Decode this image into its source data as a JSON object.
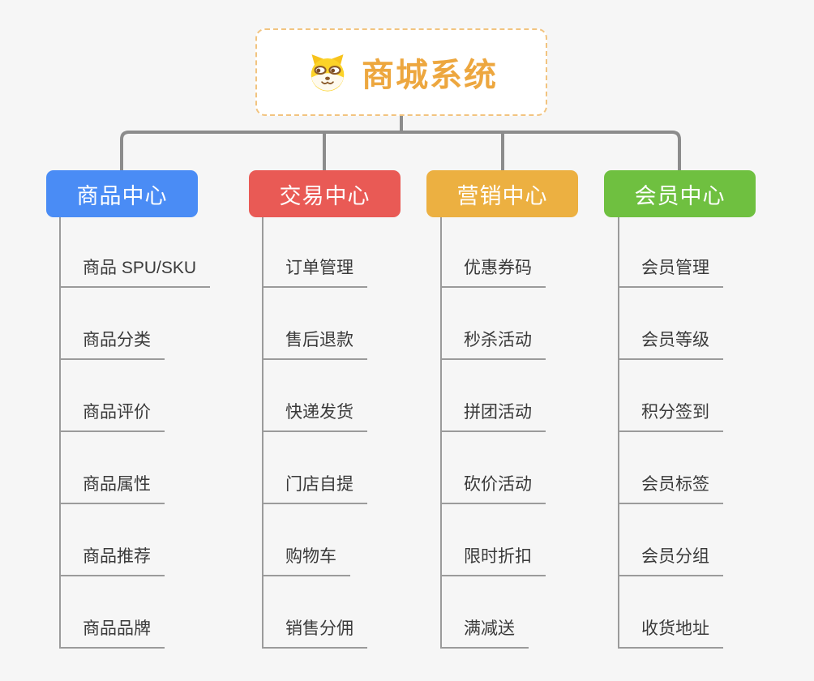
{
  "page": {
    "background_color": "#f6f6f6",
    "connector_color": "#8c8c8c",
    "child_line_color": "#9b9b9b"
  },
  "root": {
    "title": "商城系统",
    "icon": "dog-mascot-icon",
    "text_color": "#eda73f",
    "border_color": "#f2c480"
  },
  "branches": [
    {
      "label": "商品中心",
      "color": "#4a8cf5",
      "children": [
        "商品 SPU/SKU",
        "商品分类",
        "商品评价",
        "商品属性",
        "商品推荐",
        "商品品牌"
      ]
    },
    {
      "label": "交易中心",
      "color": "#e95a55",
      "children": [
        "订单管理",
        "售后退款",
        "快递发货",
        "门店自提",
        "购物车",
        "销售分佣"
      ]
    },
    {
      "label": "营销中心",
      "color": "#ecb041",
      "children": [
        "优惠券码",
        "秒杀活动",
        "拼团活动",
        "砍价活动",
        "限时折扣",
        "满减送"
      ]
    },
    {
      "label": "会员中心",
      "color": "#6fc040",
      "children": [
        "会员管理",
        "会员等级",
        "积分签到",
        "会员标签",
        "会员分组",
        "收货地址"
      ]
    }
  ]
}
